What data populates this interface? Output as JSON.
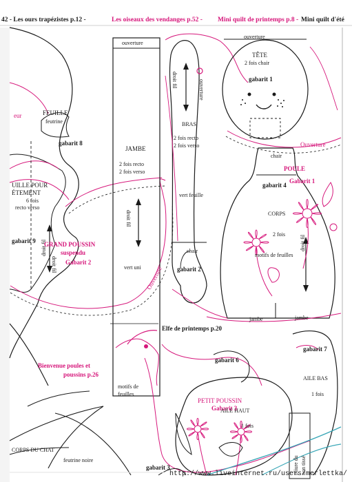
{
  "header": {
    "part1": "42 - Les ours trapézistes p.12 -",
    "part2": "Les oiseaux des  vendanges p.52 -",
    "part3": "Mini quilt de printemps p.8 -",
    "part4": "Mini quilt d'été"
  },
  "pieces": {
    "ouverture_top": "ouverture",
    "ouverture_tete": "ouverture",
    "feuille": "FEUILLE",
    "feutrine": "feutrine",
    "gabarit8": "gabarit 8",
    "feuille_pour": "UILLE POUR",
    "etement": "ÉTEMENT",
    "six_fois": "6 fois",
    "recto_verso": "recto verso",
    "gabarit9": "gabarit 9",
    "droit_fil_left": "droit fil",
    "grand_poussin": "GRAND POUSSIN",
    "suspendu": "suspendu",
    "gabarit2": "Gabarit 2",
    "eur": "eur",
    "jambe_title": "JAMBE",
    "jambe_recto": "2 fois recto",
    "jambe_verso": "2 fois verso",
    "droit_fil_jambe": "droit fil",
    "vert_uni": "vert uni",
    "ouverture_diag": "Ouverture",
    "droit_fil_bras": "droit fil",
    "ouverture_bras": "ouverture",
    "bras_title": "BRAS",
    "bras_recto": "2 fois recto",
    "bras_verso": "2 fois verso",
    "vert_feuille": "vert feuille",
    "chair_bras": "chair",
    "gabarit2_k": "gabarit 2",
    "tete_title": "TÊTE",
    "tete_chair": "2 fois chair",
    "gabarit1": "gabarit 1",
    "ouverture_right": "Ouverture",
    "chair_corps": "chair",
    "poule": "POULE",
    "gabarit4": "gabarit 4",
    "gabarit1_m": "Gabarit 1",
    "corps_title": "CORPS",
    "corps_fois": "2 fois",
    "motifs_feuilles": "motifs de feuilles",
    "droit_fil_corps": "droit fil",
    "jambe_l": "jambe",
    "jambe_r": "jambe",
    "elfe": "Elfe de printemps p.20",
    "bienvenue1": "Bienvenue poules et",
    "bienvenue2": "poussins p.26",
    "motifs_de": "motifs de",
    "feuilles_lbl": "feuilles",
    "gabarit6": "gabarit 6",
    "gabarit7": "gabarit 7",
    "aile_bas": "AILE BAS",
    "aile_bas_fois": "1 fois",
    "petit_poussin": "PETIT POUSSIN",
    "gabarit3_m": "Gabarit 3",
    "aile_haut": "AILE HAUT",
    "aile_haut_fois": "1 fois",
    "corps_du_chat": "CORPS DU CHAT",
    "feutrine_noire": "feutrine noire",
    "gabarit3": "gabarit 3",
    "pliure1": "pliure du",
    "pliure2": "non tissé"
  },
  "footer": {
    "url": "http://www.liveinternet.ru/users/merlettka/"
  },
  "colors": {
    "magenta": "#d6177b",
    "teal": "#3aa7b7",
    "ink": "#1a1a1a"
  }
}
